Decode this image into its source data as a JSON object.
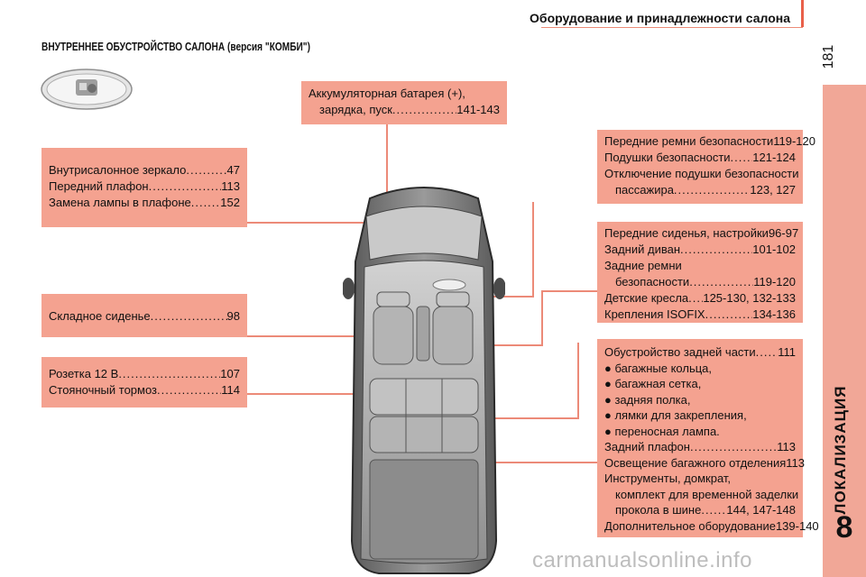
{
  "header": {
    "title": "Оборудование и принадлежности салона",
    "page_number": "181"
  },
  "side_tab": {
    "label": "ЛОКАЛИЗАЦИЯ",
    "chapter": "8"
  },
  "section_title": "ВНУТРЕННЕЕ ОБУСТРОЙСТВО САЛОНА (версия \"КОМБИ\")",
  "callouts": {
    "mirror": [
      {
        "text": "Внутрисалонное зеркало",
        "page": "47"
      },
      {
        "text": "Передний плафон",
        "page": "113"
      },
      {
        "text": "Замена лампы в плафоне",
        "page": "152"
      }
    ],
    "folding_seat": [
      {
        "text": "Складное сиденье",
        "page": "98"
      }
    ],
    "socket": [
      {
        "text": "Розетка 12 В",
        "page": "107"
      },
      {
        "text": "Стояночный тормоз",
        "page": "114"
      }
    ],
    "battery": {
      "line1": "Аккумуляторная батарея (+),",
      "line2_text": "зарядка, пуск",
      "line2_page": "141-143"
    },
    "seatbelts": [
      {
        "text": "Передние ремни безопасности",
        "page": "119-120"
      },
      {
        "text": "Подушки безопасности",
        "page": "121-124"
      },
      {
        "text": "Отключение подушки безопасности"
      },
      {
        "text": "пассажира",
        "page": "123, 127",
        "indent": true
      }
    ],
    "seats": [
      {
        "text": "Передние сиденья, настройки",
        "page": "96-97"
      },
      {
        "text": "Задний диван",
        "page": "101-102"
      },
      {
        "text": "Задние ремни"
      },
      {
        "text": "безопасности",
        "page": "119-120",
        "indent": true
      },
      {
        "text": "Детские кресла",
        "page": "125-130, 132-133"
      },
      {
        "text": "Крепления ISOFIX",
        "page": "134-136"
      }
    ],
    "rear": [
      {
        "text": "Обустройство задней части",
        "page": "111"
      },
      {
        "text": "● багажные кольца,"
      },
      {
        "text": "● багажная сетка,"
      },
      {
        "text": "● задняя полка,"
      },
      {
        "text": "● лямки для закрепления,"
      },
      {
        "text": "● переносная лампа."
      },
      {
        "text": "Задний плафон",
        "page": "113"
      },
      {
        "text": "Освещение багажного отделения",
        "page": "113"
      },
      {
        "text": "Инструменты, домкрат,"
      },
      {
        "text": "комплект для временной заделки",
        "indent": true
      },
      {
        "text": "прокола в шине",
        "page": "144, 147-148",
        "indent": true
      },
      {
        "text": "Дополнительное оборудование",
        "page": "139-140"
      }
    ]
  },
  "watermark": "carmanualsonline.info",
  "colors": {
    "callout_bg": "#f4a290",
    "tab_bg": "#f1a797",
    "accent_line": "#ec8a78"
  }
}
